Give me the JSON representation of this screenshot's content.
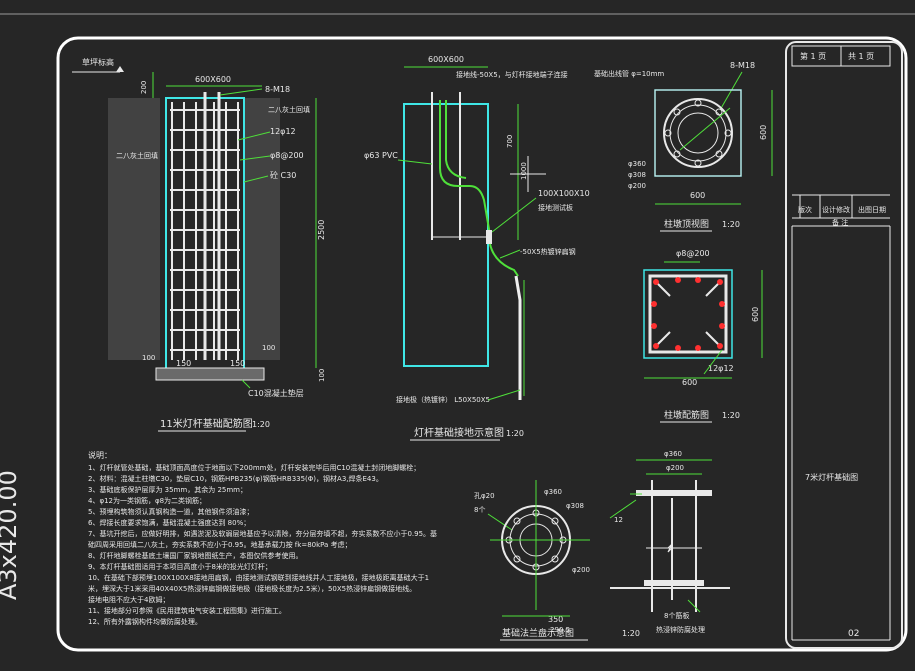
{
  "sheet": {
    "side_label": "A3x420.00",
    "page_current": "第 1 页",
    "page_total": "共 1 页",
    "rev_cols": [
      "版次",
      "设计修改",
      "出图日期"
    ],
    "notes_header": "备 注",
    "drawing_title": "7米灯杆基础图",
    "sheet_no": "02"
  },
  "view1": {
    "grade_label": "草坪标高",
    "top_dim": "600X600",
    "left_dim": "200",
    "bolt_label": "8-M18",
    "label_backfill_left": "二八灰土回填",
    "label_backfill_right": "二八灰土回填",
    "label_rebar_main": "12φ12",
    "label_stirrup": "φ8@200",
    "label_concrete": "砼 C30",
    "height_dim": "2500",
    "dim_150a": "150",
    "dim_150b": "150",
    "dim_100": "100",
    "dim_100b": "100",
    "dim_100c": "100",
    "cushion_label": "C10混凝土垫层",
    "title": "11米灯杆基础配筋图",
    "scale": "1:20"
  },
  "view2": {
    "top_dim": "600X600",
    "ground_wire_label": "接地线-50X5，与灯杆接地端子连接",
    "pvc_label": "φ63 PVC",
    "dim_700": "700",
    "dim_1000": "1000",
    "plate_label": "100X100X10",
    "plate_note": "接地测试板",
    "steel_label": "-50X5热镀锌扁钢",
    "ground_rod_label": "接地极（热镀锌） L50X50X5",
    "title": "灯杆基础接地示意图",
    "scale": "1:20"
  },
  "view3": {
    "pipe_label": "基础出线管 φ=10mm",
    "bolt_label": "8-M18",
    "d360": "φ360",
    "d308": "φ308",
    "d200": "φ200",
    "dim_600_h": "600",
    "dim_600_v": "600",
    "title": "柱墩顶视图",
    "scale": "1:20"
  },
  "view4": {
    "stirrup_label": "φ8@200",
    "rebar_label": "12φ12",
    "dim_600_h": "600",
    "dim_600_v": "600",
    "title": "柱墩配筋图",
    "scale": "1:20"
  },
  "view5": {
    "hole_label": "孔φ20",
    "hole_count": "8个",
    "d360": "φ360",
    "d308": "φ308",
    "d200": "φ200",
    "dim_350": "350",
    "dim_290": "290.5",
    "title": "基础法兰盘示意图",
    "scale": "1:20"
  },
  "view6": {
    "d360": "φ360",
    "d200": "φ200",
    "dim_12": "12",
    "rib_label": "8个筋板",
    "treatment_label": "热浸锌防腐处理"
  },
  "notes": {
    "title": "说明：",
    "lines": [
      "1、灯杆就管处基础，基础顶面高度位于地面以下200mm处，灯杆安装完毕后用C10混凝土封闭地脚螺栓；",
      "2、材料：混凝土柱墩C30，垫层C10，钢筋HPB235(φ)钢筋HRB335(Φ)，钢材A3,焊条E43。",
      "3、基础底板保护层厚为 35mm，其余为 25mm；",
      "4、φ12为一类钢筋，φ8为二类钢筋；",
      "5、预埋构筑物须认真钢构造一道，其他钢件须油漆；",
      "6、焊接长度要求饱满，基础混凝土强度达到 80%；",
      "7、基坑开挖后，应做好明排，如遇淤泥及软弱层地基应予以清除，夯分层夯填不超，夯实系数不应小于0.95。基",
      "    础四周采用回填二八灰土，夯实系数不应小于0.95。地基承载力按 fk=80kPa 考虑；",
      "8、灯杆地脚螺栓基底土壤国厂家钢地图纸生产，本图仅供参考使用。",
      "9、本灯杆基础图适用于本项目高度小于8米的投光灯灯杆；",
      "10、在基础下部预埋100X100X8接地用扁钢，由接地测试钢联到接地线并人工接地极，接地极距离基础大于1",
      "    米，埋深大于1米采用40X40X5热浸锌扁钢做接地极（接地极长度为2.5米），50X5热浸锌扁钢做接地线。",
      "    接地电阻不应大于4欧姆；",
      "11、接地部分可参照《民用建筑电气安装工程图集》进行施工。",
      "12、所有外露钢构件均做防腐处理。"
    ]
  }
}
